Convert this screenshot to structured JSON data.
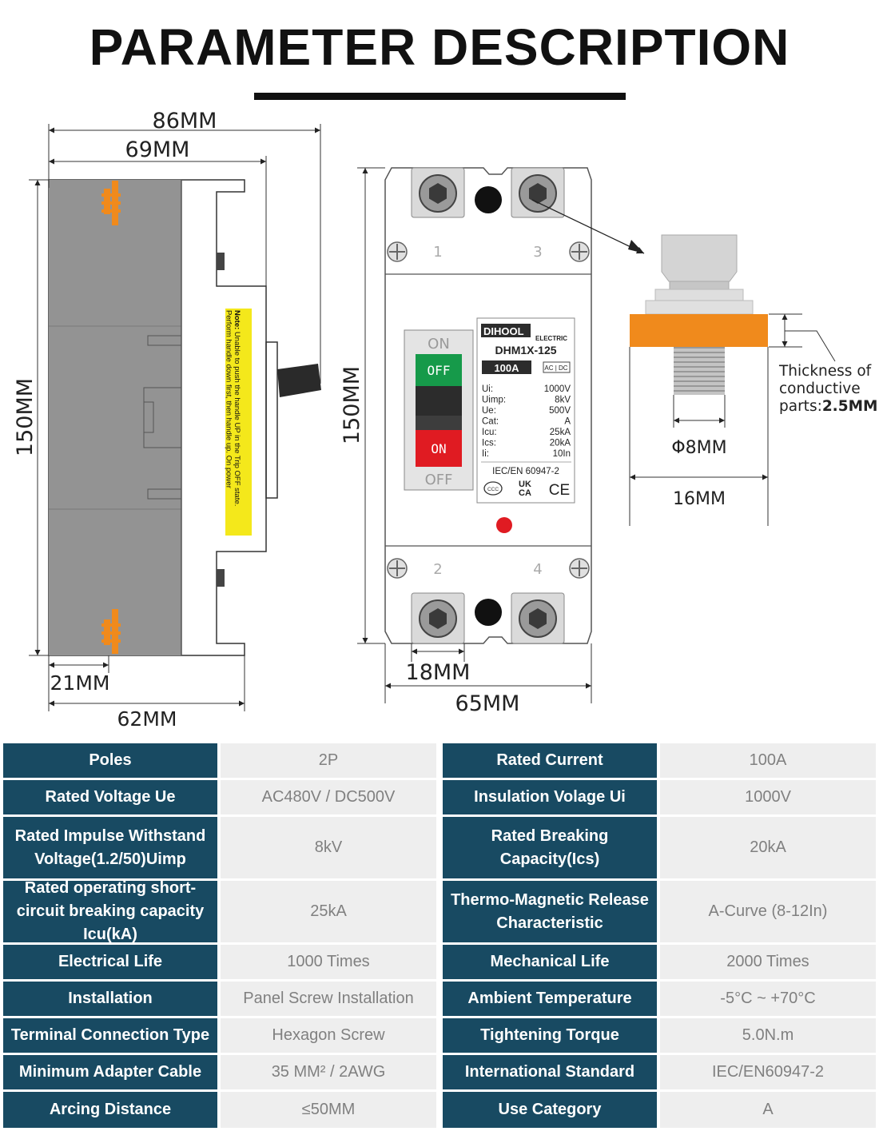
{
  "title": "PARAMETER DESCRIPTION",
  "dimensions": {
    "side_total_depth": "86MM",
    "side_body_depth": "69MM",
    "side_height": "150MM",
    "side_mount": "21MM",
    "side_base": "62MM",
    "front_height": "150MM",
    "front_width": "65MM",
    "front_terminal": "18MM",
    "bolt_diameter": "Φ8MM",
    "plate_width": "16MM",
    "thickness_line1": "Thickness of",
    "thickness_line2": "conductive",
    "thickness_line3_prefix": "parts:",
    "thickness_value": "2.5MM"
  },
  "side_note": {
    "label": "Note:",
    "line1": "Unable to push the handle UP in the Trip OFF state.",
    "line2": "Perform handle down first, then handle up. On power"
  },
  "front_panel": {
    "terminal_numbers": [
      "1",
      "3",
      "2",
      "4"
    ],
    "handle_top_label": "ON",
    "handle_off_label": "OFF",
    "handle_on_label": "ON",
    "handle_bottom_label": "OFF",
    "brand": "DIHOOL",
    "brand_sub": "ELECTRIC",
    "model": "DHM1X-125",
    "current_badge": "100A",
    "acdc": "AC | DC",
    "ratings": [
      {
        "k": "Ui:",
        "v": "1000V"
      },
      {
        "k": "Uimp:",
        "v": "8kV"
      },
      {
        "k": "Ue:",
        "v": "500V"
      },
      {
        "k": "Cat:",
        "v": "A"
      },
      {
        "k": "Icu:",
        "v": "25kA"
      },
      {
        "k": "Ics:",
        "v": "20kA"
      },
      {
        "k": "Ii:",
        "v": "10In"
      }
    ],
    "standard": "IEC/EN 60947-2",
    "mark_ccc": "CCC",
    "mark_ukca_1": "UK",
    "mark_ukca_2": "CA",
    "mark_ce": "CE"
  },
  "specs": [
    {
      "l1": "Poles",
      "v1": "2P",
      "l2": "Rated Current",
      "v2": "100A"
    },
    {
      "l1": "Rated Voltage Ue",
      "v1": "AC480V / DC500V",
      "l2": "Insulation Volage Ui",
      "v2": "1000V"
    },
    {
      "l1": "Rated Impulse Withstand Voltage(1.2/50)Uimp",
      "v1": "8kV",
      "l2": "Rated Breaking Capacity(Ics)",
      "v2": "20kA"
    },
    {
      "l1": "Rated operating short-circuit breaking capacity Icu(kA)",
      "v1": "25kA",
      "l2": "Thermo-Magnetic Release Characteristic",
      "v2": "A-Curve (8-12In)"
    },
    {
      "l1": "Electrical Life",
      "v1": "1000 Times",
      "l2": "Mechanical Life",
      "v2": "2000 Times"
    },
    {
      "l1": "Installation",
      "v1": "Panel Screw Installation",
      "l2": "Ambient Temperature",
      "v2": "-5°C ~ +70°C"
    },
    {
      "l1": "Terminal Connection Type",
      "v1": "Hexagon Screw",
      "l2": "Tightening Torque",
      "v2": "5.0N.m"
    },
    {
      "l1": "Minimum Adapter Cable",
      "v1": "35 MM² / 2AWG",
      "l2": "International Standard",
      "v2": "IEC/EN60947-2"
    },
    {
      "l1": "Arcing Distance",
      "v1": "≤50MM",
      "l2": "Use Category",
      "v2": "A"
    }
  ],
  "colors": {
    "label_bg": "#184a62",
    "value_bg": "#eeeeee",
    "body_gray": "#939393",
    "accent_orange": "#f08a1c",
    "note_yellow": "#f4e81b",
    "off_green": "#169a4a",
    "on_red": "#e01b22"
  }
}
